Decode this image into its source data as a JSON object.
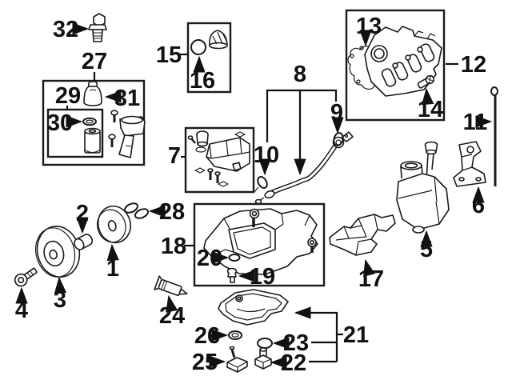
{
  "diagram": {
    "kind": "engine-parts-exploded-diagram",
    "background_color": "#ffffff",
    "line_color": "#1a1a1a",
    "label_color": "#111111",
    "callouts": [
      {
        "number": "1"
      },
      {
        "number": "2"
      },
      {
        "number": "3"
      },
      {
        "number": "4"
      },
      {
        "number": "5"
      },
      {
        "number": "6"
      },
      {
        "number": "7"
      },
      {
        "number": "8"
      },
      {
        "number": "9"
      },
      {
        "number": "10"
      },
      {
        "number": "11"
      },
      {
        "number": "12"
      },
      {
        "number": "13"
      },
      {
        "number": "14"
      },
      {
        "number": "15"
      },
      {
        "number": "16"
      },
      {
        "number": "17"
      },
      {
        "number": "18"
      },
      {
        "number": "19"
      },
      {
        "number": "20"
      },
      {
        "number": "21"
      },
      {
        "number": "22"
      },
      {
        "number": "23"
      },
      {
        "number": "24"
      },
      {
        "number": "25"
      },
      {
        "number": "26"
      },
      {
        "number": "27"
      },
      {
        "number": "28"
      },
      {
        "number": "29"
      },
      {
        "number": "30"
      },
      {
        "number": "31"
      },
      {
        "number": "32"
      }
    ]
  }
}
